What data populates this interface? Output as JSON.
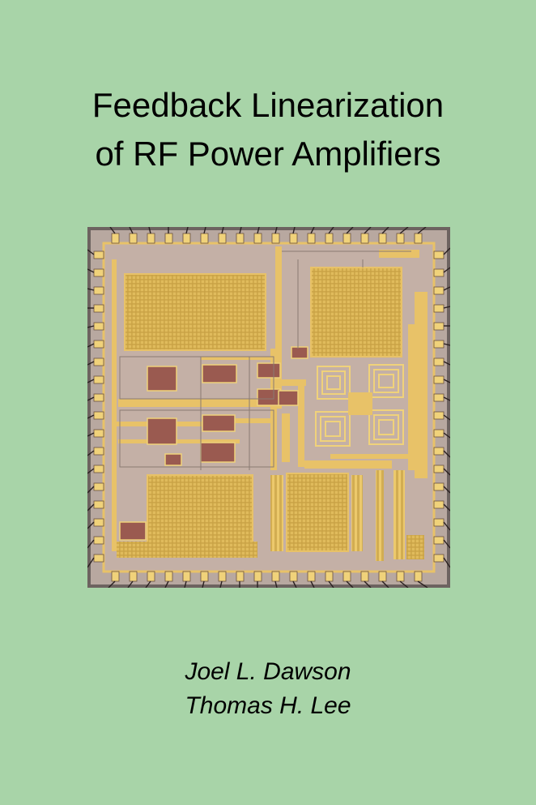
{
  "book": {
    "title_line1": "Feedback Linearization",
    "title_line2": "of RF Power Amplifiers",
    "author1": "Joel L. Dawson",
    "author2": "Thomas H. Lee"
  },
  "colors": {
    "background": "#a8d4a8",
    "chip_substrate": "#b8a8a0",
    "chip_gold": "#e8c268",
    "chip_pad": "#f0d27a",
    "chip_grid": "#d8b450",
    "chip_dark": "#7a5a50"
  },
  "cover_image": "chip-die-photo"
}
